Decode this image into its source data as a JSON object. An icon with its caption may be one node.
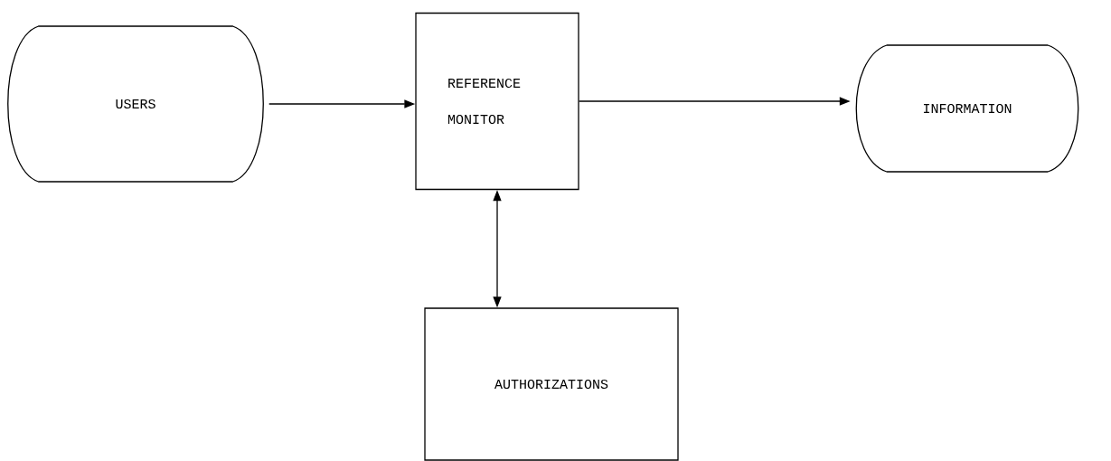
{
  "diagram": {
    "nodes": [
      {
        "text": [
          "USERS"
        ]
      },
      {
        "text": [
          "REFERENCE MONITOR"
        ]
      },
      {
        "text": [
          "INFORMATION"
        ]
      },
      {
        "text": [
          "AUTHORIZATIONS"
        ]
      }
    ],
    "edges": [
      {
        "from": 0,
        "to": 1,
        "arrow": "to"
      },
      {
        "from": 1,
        "to": 2,
        "arrow": "to"
      },
      {
        "from": 1,
        "to": 3,
        "arrow": "both"
      }
    ]
  }
}
